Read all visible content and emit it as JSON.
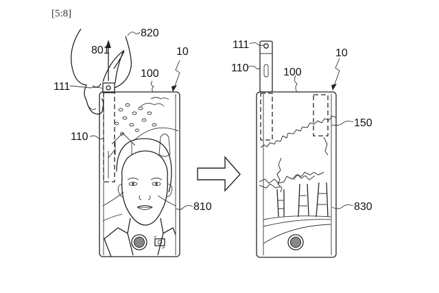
{
  "figure": {
    "label": "[5:8]"
  },
  "left_view": {
    "labels": {
      "device": "10",
      "body": "100",
      "camera_module": "110",
      "camera_lens": "111",
      "move_direction": "801",
      "user_hand": "820",
      "screen_image": "810"
    },
    "screen_content": "selfie-portrait"
  },
  "right_view": {
    "labels": {
      "device": "10",
      "body": "100",
      "camera_module": "110",
      "camera_lens": "111",
      "display_region": "150",
      "screen_image": "830"
    },
    "screen_content": "tree-landscape"
  },
  "transition_arrow": "right-arrow",
  "colors": {
    "ink": "#222222",
    "paper": "#ffffff"
  }
}
